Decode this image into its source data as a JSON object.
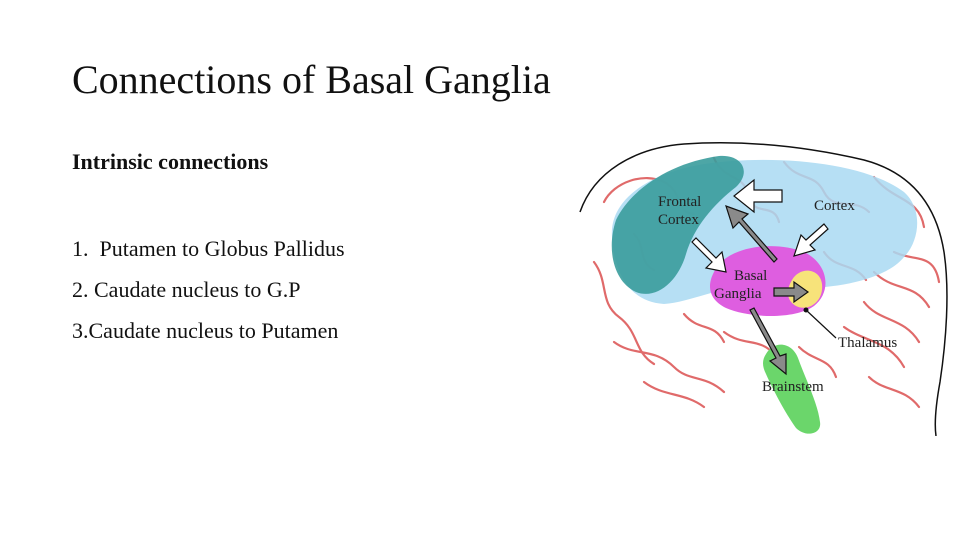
{
  "slide": {
    "title": "Connections of Basal Ganglia",
    "subheading": "Intrinsic connections",
    "items": [
      "1.  Putamen to Globus Pallidus",
      "2. Caudate nucleus to G.P",
      "3.Caudate nucleus to Putamen"
    ]
  },
  "diagram": {
    "labels": {
      "frontal_cortex_1": "Frontal",
      "frontal_cortex_2": "Cortex",
      "cortex": "Cortex",
      "basal_ganglia_1": "Basal",
      "basal_ganglia_2": "Ganglia",
      "thalamus": "Thalamus",
      "brainstem": "Brainstem"
    },
    "colors": {
      "frontal_cortex": "#3a9c9c",
      "cortex": "#a9d9f2",
      "basal_ganglia": "#de5ee0",
      "thalamus": "#f7e37a",
      "brainstem": "#6bd66b",
      "gyri_outline": "#e06a6a"
    }
  }
}
